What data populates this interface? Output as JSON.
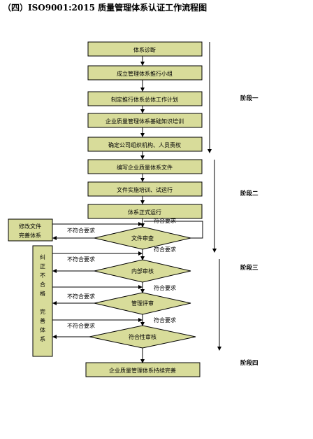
{
  "title": "（四）ISO9001:2015 质量管理体系认证工作流程图",
  "steps": [
    "体系诊断",
    "成立管理体系推行小组",
    "制定推行体系总体工作计划",
    "企业质量管理体系基础知识培训",
    "确定公司组织机构、人员责权",
    "编写企业质量体系文件",
    "文件实施培训、试运行",
    "体系正式运行"
  ],
  "checks": [
    "文件审查",
    "内部审核",
    "管理评审",
    "符合性审核"
  ],
  "final_step": "企业质量管理体系持续完善",
  "side_box_1": [
    "修改文件",
    "完善体系"
  ],
  "side_box_2": [
    "纠",
    "正",
    "不",
    "合",
    "格",
    "",
    "完",
    "善",
    "体",
    "系"
  ],
  "pass_label": "符合要求",
  "fail_label": "不符合要求",
  "stages": [
    "阶段一",
    "阶段二",
    "阶段三",
    "阶段四"
  ],
  "colors": {
    "box_fill": "#d8dc9a",
    "box_stroke": "#000000",
    "line": "#000000"
  }
}
